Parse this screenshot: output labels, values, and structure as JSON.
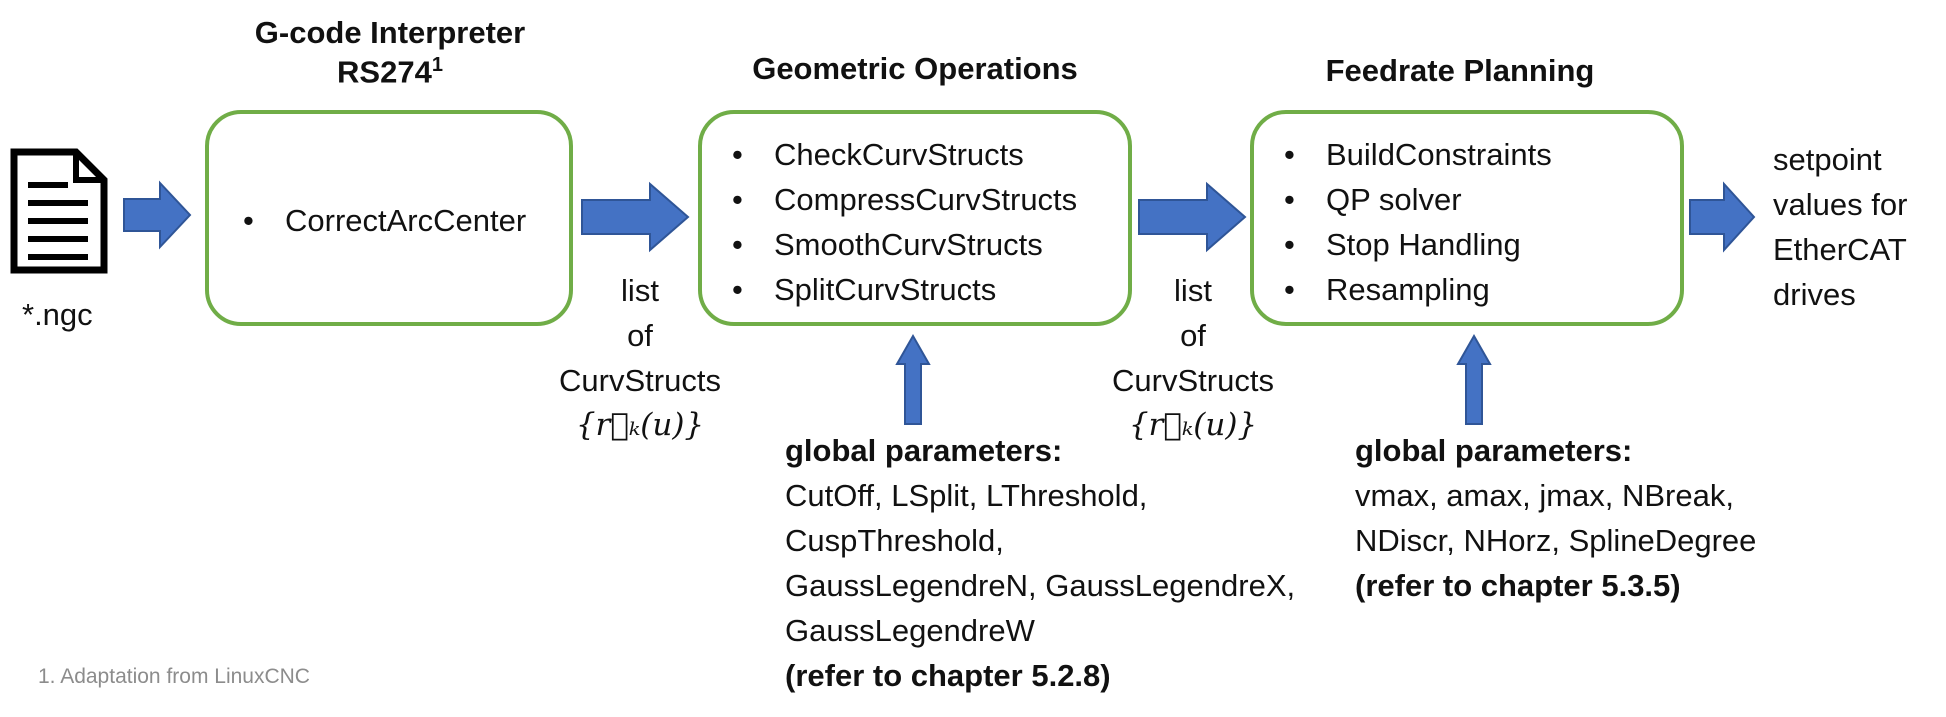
{
  "input": {
    "file_label": "*.ngc",
    "icon": "document-icon"
  },
  "interpreter": {
    "title_line1": "G-code Interpreter",
    "title_line2": "RS274",
    "title_sup": "1",
    "items": [
      "CorrectArcCenter"
    ]
  },
  "link1": {
    "line1": "list",
    "line2": "of",
    "line3": "CurvStructs",
    "formula": "{r⃗ₖ(u)}"
  },
  "geometric": {
    "title": "Geometric Operations",
    "items": [
      "CheckCurvStructs",
      "CompressCurvStructs",
      "SmoothCurvStructs",
      "SplitCurvStructs"
    ],
    "params": {
      "header": "global parameters:",
      "lines": [
        "CutOff, LSplit, LThreshold,",
        "CuspThreshold,",
        "GaussLegendreN, GaussLegendreX,",
        "GaussLegendreW"
      ],
      "ref": "(refer to chapter 5.2.8)"
    }
  },
  "link2": {
    "line1": "list",
    "line2": "of",
    "line3": "CurvStructs",
    "formula": "{r⃗ₖ(u)}"
  },
  "feedrate": {
    "title": "Feedrate Planning",
    "items": [
      "BuildConstraints",
      "QP solver",
      "Stop Handling",
      "Resampling"
    ],
    "params": {
      "header": "global parameters:",
      "lines": [
        "vmax, amax, jmax, NBreak,",
        "NDiscr, NHorz, SplineDegree"
      ],
      "ref": "(refer to chapter 5.3.5)"
    }
  },
  "output": {
    "lines": [
      "setpoint",
      "values for",
      "EtherCAT",
      "drives"
    ]
  },
  "footnote": "1. Adaptation from LinuxCNC",
  "colors": {
    "box_border": "#70ad47",
    "arrow_fill": "#4472c4",
    "arrow_stroke": "#2f5597"
  }
}
